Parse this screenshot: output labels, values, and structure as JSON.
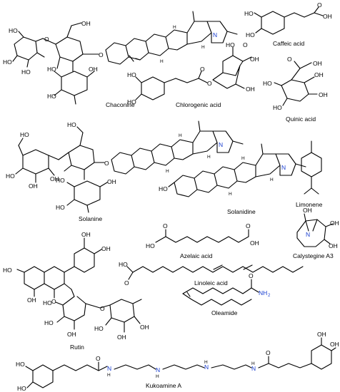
{
  "title": "",
  "compounds": [
    {
      "name": "Chaconine"
    },
    {
      "name": "Caffeic acid"
    },
    {
      "name": "Chlorogenic acid"
    },
    {
      "name": "Quinic acid"
    },
    {
      "name": "Solanine"
    },
    {
      "name": "Solanidine"
    },
    {
      "name": "Limonene"
    },
    {
      "name": "Azelaic acid"
    },
    {
      "name": "Calystegine A3"
    },
    {
      "name": "Linoleic acid"
    },
    {
      "name": "Rutin"
    },
    {
      "name": "Oleamide"
    },
    {
      "name": "Kukoamine A"
    }
  ],
  "atom_labels": {
    "oh": "OH",
    "ho": "HO",
    "o": "O",
    "n": "N",
    "h": "H",
    "nh2": "NH",
    "two": "2"
  },
  "colors": {
    "nitrogen": "#1a3fd1",
    "bond": "#000000"
  }
}
